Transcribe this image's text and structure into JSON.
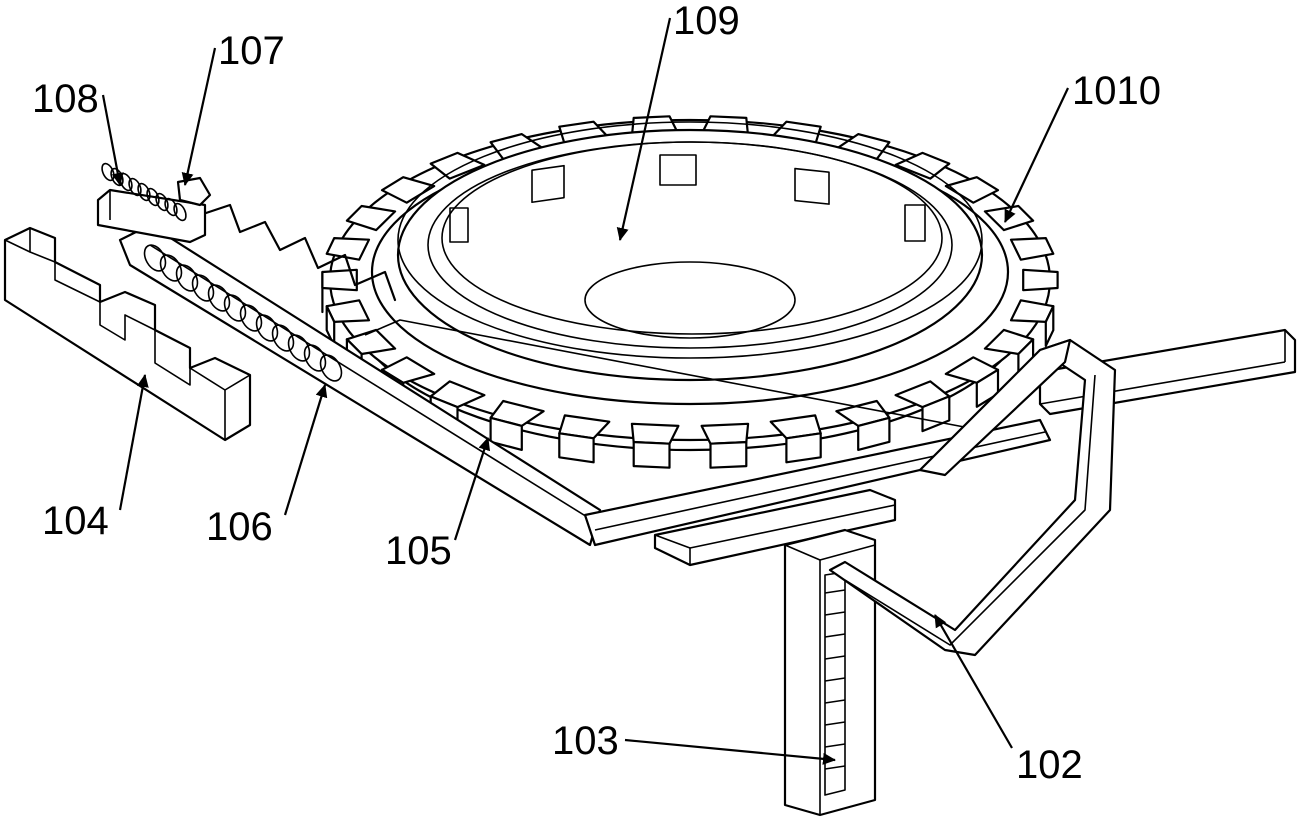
{
  "labels": {
    "l109": "109",
    "l107": "107",
    "l108": "108",
    "l1010": "1010",
    "l104": "104",
    "l106": "106",
    "l105": "105",
    "l103": "103",
    "l102": "102"
  },
  "colors": {
    "stroke": "#000000",
    "background": "#ffffff"
  }
}
